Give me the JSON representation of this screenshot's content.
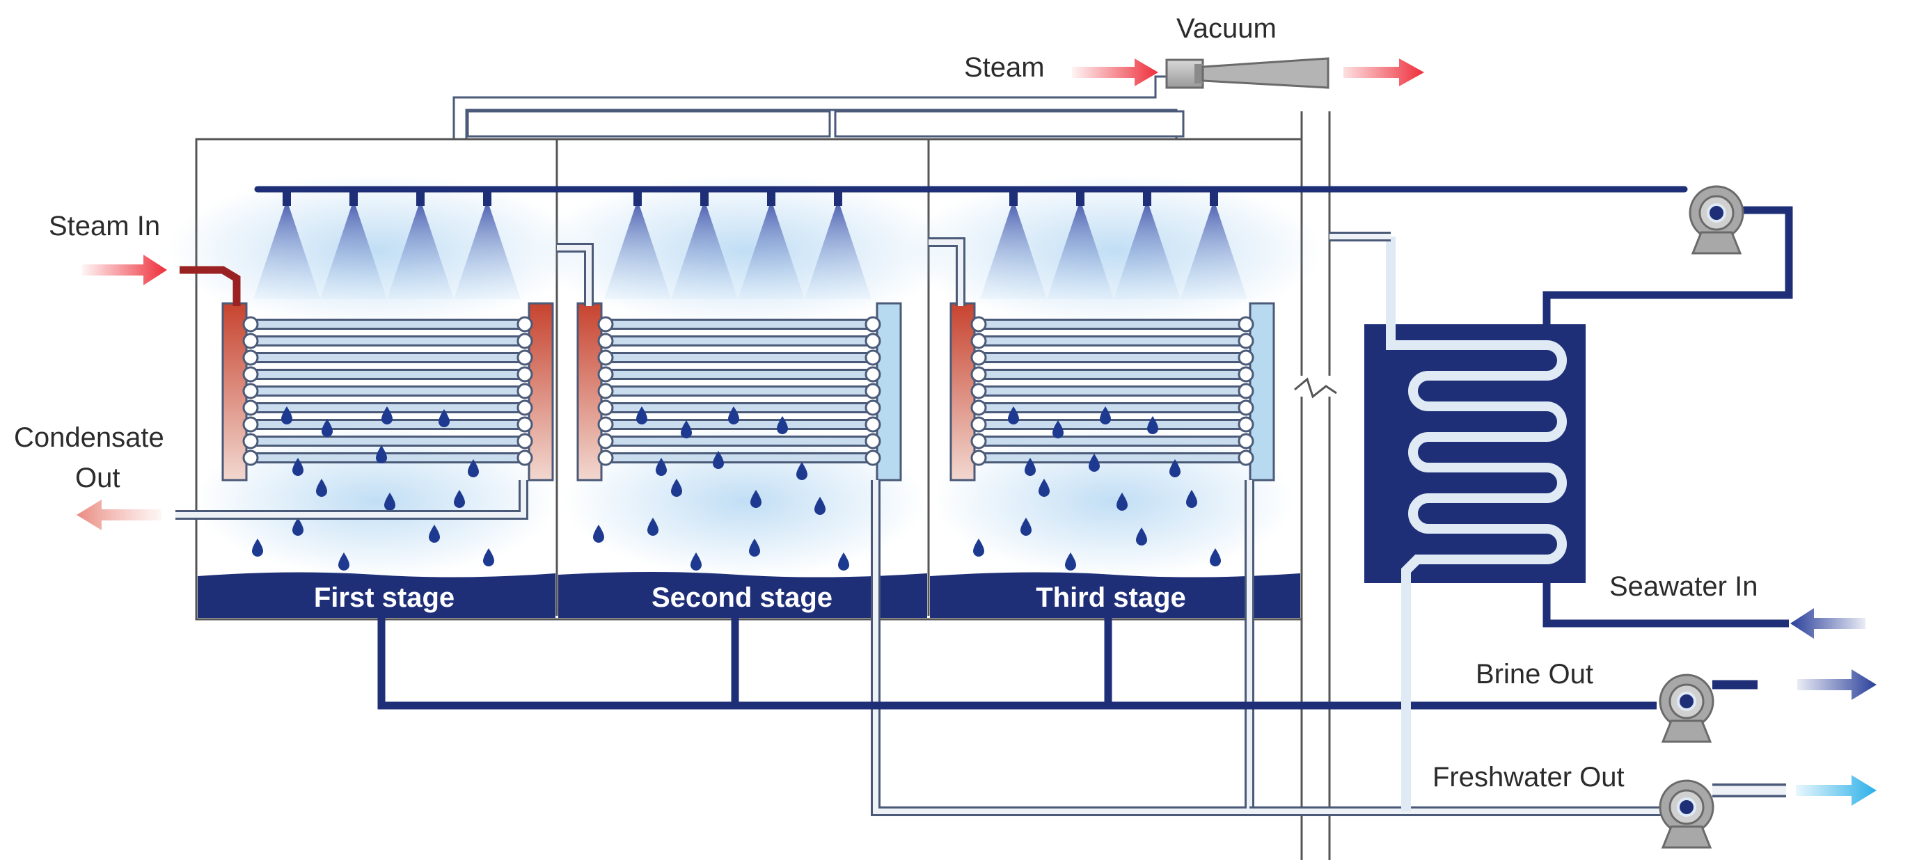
{
  "labels": {
    "vacuum": "Vacuum",
    "steam": "Steam",
    "steam_in": "Steam In",
    "condensate_out_line1": "Condensate",
    "condensate_out_line2": "Out",
    "seawater_in": "Seawater In",
    "brine_out": "Brine Out",
    "freshwater_out": "Freshwater Out"
  },
  "stages": [
    {
      "label": "First stage"
    },
    {
      "label": "Second stage"
    },
    {
      "label": "Third stage"
    }
  ],
  "colors": {
    "navy": "#1e2f78",
    "pale_pipe": "#dfeaf5",
    "pipe_outline": "#4a5a78",
    "vessel_outline": "#555555",
    "steam_red": "#ee2e3a",
    "condensate_pink": "#f0a8a0",
    "fresh_cyan": "#2ab0e8",
    "pump_gray": "#a3a3a3",
    "header_red": "#c04a3a",
    "header_blue": "#b8daf0",
    "mist_blue": "#9bc9ec",
    "droplet": "#1e3a90"
  }
}
